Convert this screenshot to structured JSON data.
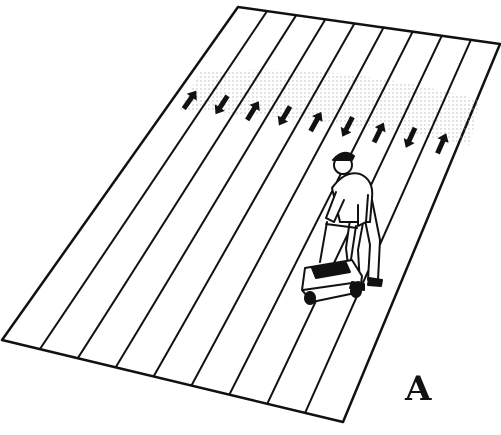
{
  "figure": {
    "label": "A"
  },
  "illustration": {
    "type": "line-drawing",
    "subject_icon": "lawn-mower-operator-icon",
    "direction_icon": "alternating-arrow-icon",
    "arrow_directions": [
      "up",
      "down",
      "up",
      "down",
      "up",
      "down",
      "up",
      "down",
      "up"
    ],
    "colors": {
      "ink": "#111111",
      "background": "#ffffff",
      "shading": "#c8c8c8"
    }
  }
}
